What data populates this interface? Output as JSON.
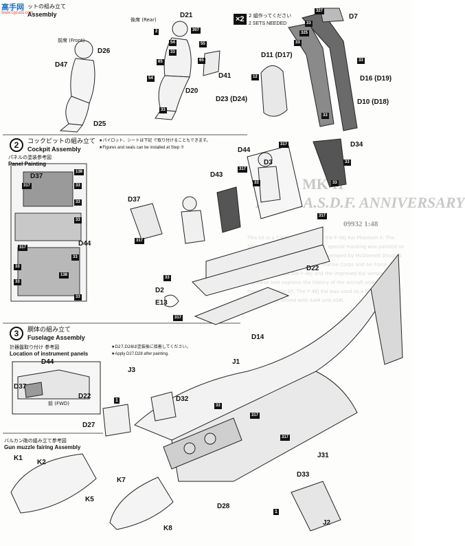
{
  "watermark": {
    "site_text": "高手网",
    "url_text": "www.cgsusu.com"
  },
  "step1": {
    "title_jp": "ットの組み立て",
    "title_en": "Assembly",
    "rear_label": "後席 (Rear)",
    "front_label": "前席 (Front)"
  },
  "step2": {
    "num": "2",
    "title_jp": "コックピットの組み立て",
    "title_en": "Cockpit Assembly",
    "note_jp": "★パイロット、シートは下記 で取り付けることもできます。",
    "note_en": "★Figures and seats can be installed at Step ⑦",
    "panel_jp": "パネルの塗装参考図",
    "panel_en": "Panel Painting"
  },
  "seat_set": {
    "x2": "×2",
    "note_jp": "2 組作ってください",
    "note_en": "2 SETS NEEDED"
  },
  "step3": {
    "num": "3",
    "title_jp": "胴体の組み立て",
    "title_en": "Fuselage Assembly",
    "note_jp": "★D27,D28は塗装後に接着してください。",
    "note_en": "★Apply D27,D28 after painting.",
    "loc_jp": "計器盤取り付け 参考図",
    "loc_en": "Location of instrument panels",
    "fwd": "前 (FWD)"
  },
  "gun": {
    "title_jp": "バルカン砲の組み立て参考図",
    "title_en": "Gun muzzle fairing Assembly"
  },
  "bg": {
    "model_title": "F-4E J.A.S.D.F. ANNIVERSARY",
    "model_sub": "MK II",
    "kit_no": "09932 1:48",
    "body_text": "This kit is a 1:48 scale model of the F-4EJ Kai Phantom II. The 50th anniversary of the J.A.S.D.F. special marking was painted on the aircraft. The Phantom was developed by McDonnell Douglas and was used by the US Navy, Marine Corps and Air Force. The J.A.S.D.F. adopted the F-4EJ and the improved Kai version. Japanese text explains the history of the aircraft and the markings of this kit. The F-4EJ Kai was used as a fighter and strike aircraft armed with AAM and ASM."
  },
  "parts": {
    "D21": "D21",
    "D26": "D26",
    "D47": "D47",
    "D25": "D25",
    "D41": "D41",
    "D20": "D20",
    "D7": "D7",
    "D11": "D11 (D17)",
    "D16": "D16 (D19)",
    "D23": "D23 (D24)",
    "D10": "D10 (D18)",
    "D44": "D44",
    "D34": "D34",
    "D3": "D3",
    "D43": "D43",
    "D37": "D37",
    "D2": "D2",
    "E13": "E13",
    "D22": "D22",
    "D14": "D14",
    "J1": "J1",
    "J3": "J3",
    "D32": "D32",
    "D27": "D27",
    "J31": "J31",
    "D33": "D33",
    "D28": "D28",
    "J2": "J2",
    "K1": "K1",
    "K2": "K2",
    "K5": "K5",
    "K7": "K7",
    "K8": "K8",
    "panel_D37": "D37",
    "panel_D44": "D44",
    "loc_D44": "D44",
    "loc_D37": "D37",
    "loc_D22": "D22"
  },
  "tags": {
    "t2": "2",
    "t307": "307",
    "t54a": "54",
    "t33a": "33",
    "t65a": "65",
    "t55": "55",
    "t65b": "65",
    "t54b": "54",
    "t33b": "33",
    "t327": "327",
    "t33c": "33",
    "t325": "325",
    "t33d": "33",
    "t33e": "33",
    "t12": "12",
    "t33f": "33",
    "t33g": "33",
    "t33h": "33",
    "t317a": "317",
    "t317b": "317",
    "t33i": "33",
    "t317c": "317",
    "t317d": "317",
    "t33j": "33",
    "t317e": "317",
    "t317f": "317",
    "t33k": "33",
    "t317g": "317",
    "p138a": "138",
    "p317a": "317",
    "p33a": "33",
    "p33b": "33",
    "p33c": "33",
    "p317b": "317",
    "p33d": "33",
    "p33e": "33",
    "p138b": "138",
    "p33f": "33",
    "p33g": "33",
    "box1a": "1",
    "box1b": "1"
  }
}
